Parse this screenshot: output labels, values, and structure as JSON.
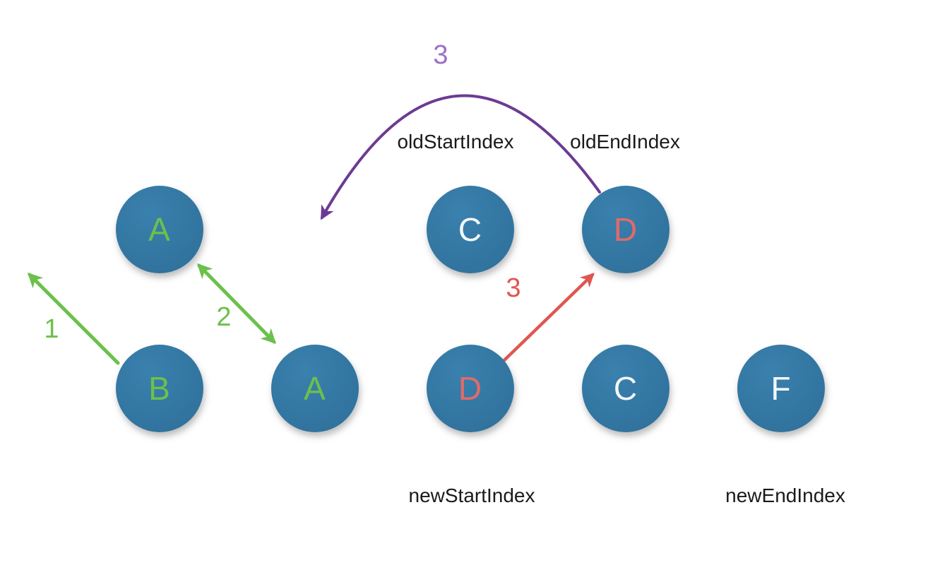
{
  "colors": {
    "node_fill": "#3478a4",
    "green": "#6cc04c",
    "red": "#df5752",
    "red_letter": "#e26a68",
    "purple_arc": "#6b3b94",
    "purple_label": "#9b6fc5",
    "white_letter": "#f3f8f9",
    "label_text": "#1a1a1a"
  },
  "labels": {
    "old_start": "oldStartIndex",
    "old_end": "oldEndIndex",
    "new_start": "newStartIndex",
    "new_end": "newEndIndex"
  },
  "steps": {
    "purple_move": "3",
    "green_first": "1",
    "green_second": "2",
    "red_move": "3"
  },
  "nodes": {
    "old_row": [
      {
        "letter": "A",
        "color": "green"
      },
      {
        "letter": "C",
        "color": "white"
      },
      {
        "letter": "D",
        "color": "red"
      }
    ],
    "new_row": [
      {
        "letter": "B",
        "color": "green"
      },
      {
        "letter": "A",
        "color": "green"
      },
      {
        "letter": "D",
        "color": "red"
      },
      {
        "letter": "C",
        "color": "white"
      },
      {
        "letter": "F",
        "color": "white"
      }
    ]
  }
}
